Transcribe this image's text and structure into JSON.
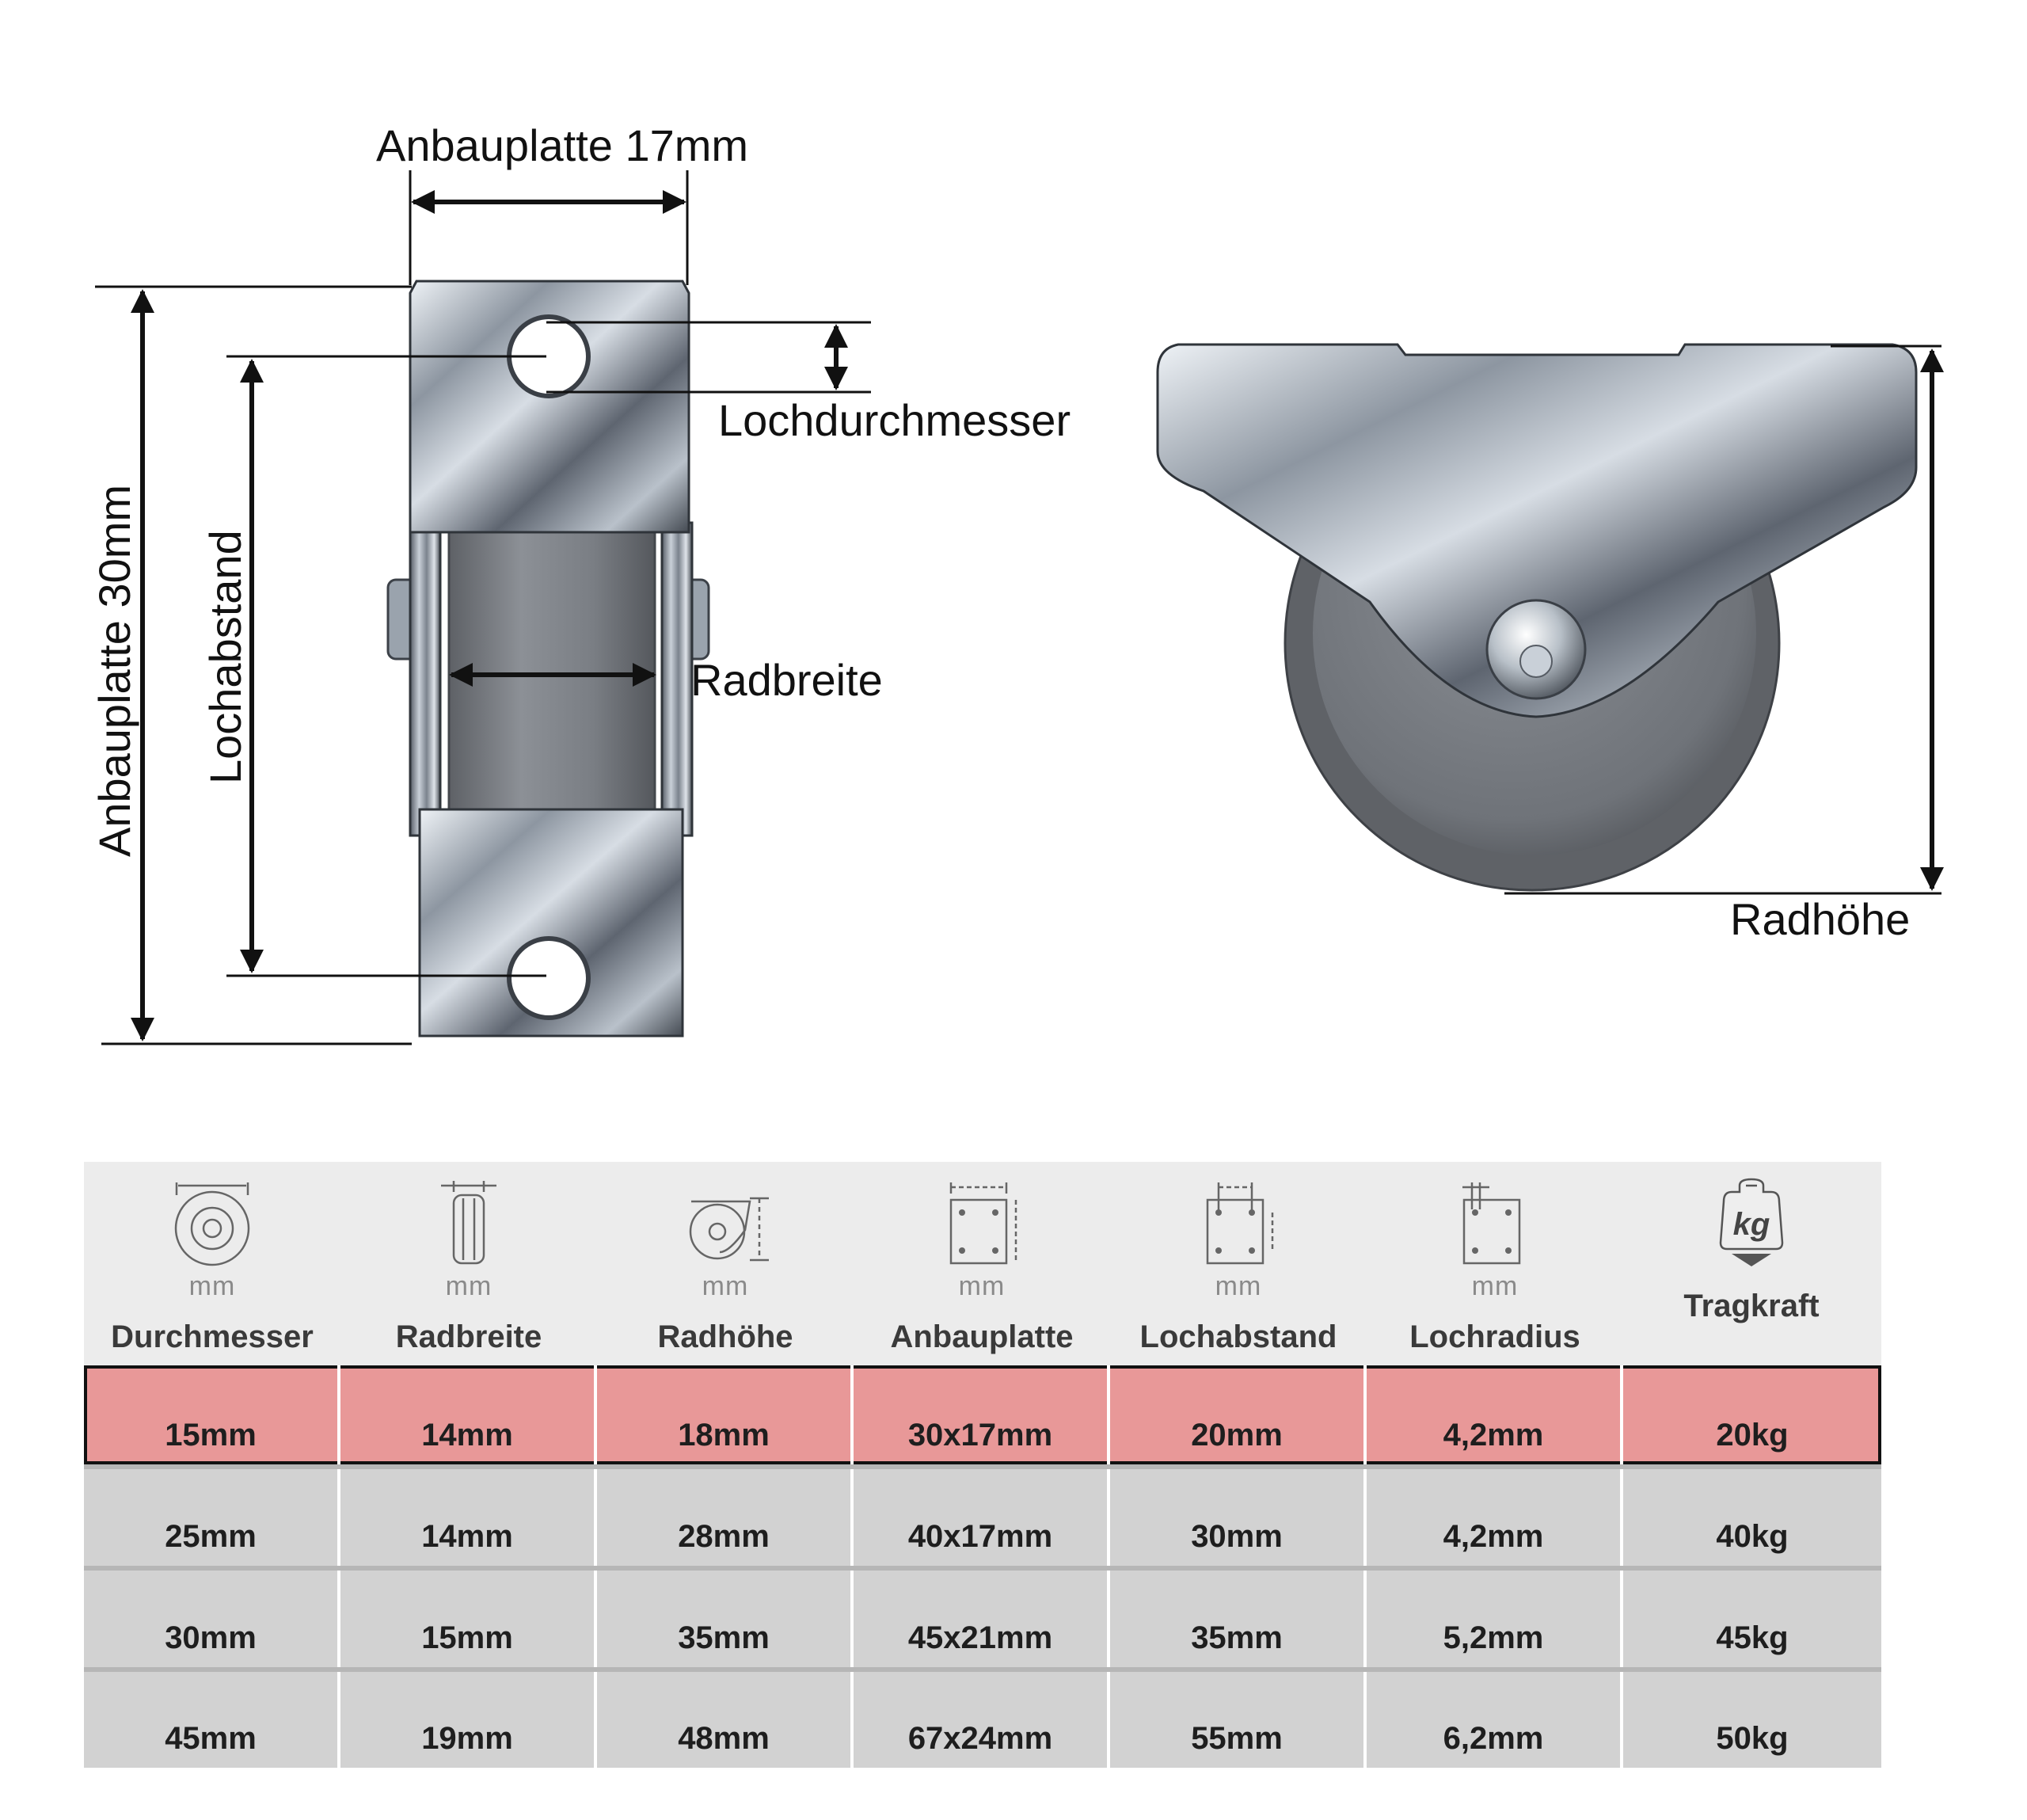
{
  "dimension_labels": {
    "plate_width": "Anbauplatte 17mm",
    "plate_length": "Anbauplatte 30mm",
    "hole_spacing": "Lochabstand",
    "hole_diameter": "Lochdurchmesser",
    "wheel_width": "Radbreite",
    "wheel_height": "Radhöhe"
  },
  "table": {
    "unit_label": "mm",
    "weight_icon_label": "kg",
    "columns": [
      {
        "name": "Durchmesser",
        "icon": "wheel-diameter-icon",
        "unit": "mm"
      },
      {
        "name": "Radbreite",
        "icon": "wheel-width-icon",
        "unit": "mm"
      },
      {
        "name": "Radhöhe",
        "icon": "wheel-height-icon",
        "unit": "mm"
      },
      {
        "name": "Anbauplatte",
        "icon": "mounting-plate-icon",
        "unit": "mm"
      },
      {
        "name": "Lochabstand",
        "icon": "hole-spacing-icon",
        "unit": "mm"
      },
      {
        "name": "Lochradius",
        "icon": "hole-radius-icon",
        "unit": "mm"
      },
      {
        "name": "Tragkraft",
        "icon": "weight-kg-icon",
        "unit": ""
      }
    ],
    "rows": [
      [
        "15mm",
        "14mm",
        "18mm",
        "30x17mm",
        "20mm",
        "4,2mm",
        "20kg"
      ],
      [
        "25mm",
        "14mm",
        "28mm",
        "40x17mm",
        "30mm",
        "4,2mm",
        "40kg"
      ],
      [
        "30mm",
        "15mm",
        "35mm",
        "45x21mm",
        "35mm",
        "5,2mm",
        "45kg"
      ],
      [
        "45mm",
        "19mm",
        "48mm",
        "67x24mm",
        "55mm",
        "6,2mm",
        "50kg"
      ]
    ],
    "highlighted_row": 0,
    "colors": {
      "highlight": "#e89898",
      "row": "#d2d2d2",
      "header": "#ececec"
    }
  }
}
